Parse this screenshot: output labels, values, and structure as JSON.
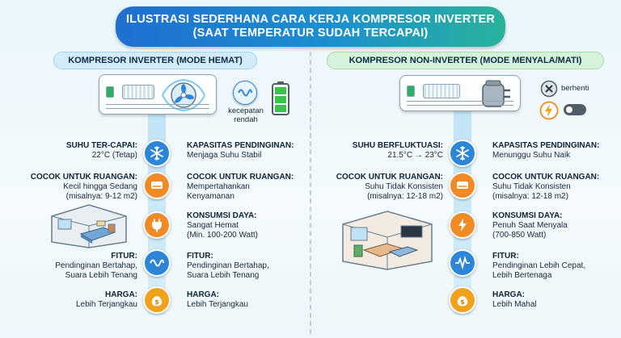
{
  "title": {
    "line1": "ILUSTRASI SEDERHANA CARA KERJA KOMPRESOR INVERTER",
    "line2": "(SAAT TEMPERATUR SUDAH TERCAPAI)"
  },
  "left": {
    "header": "KOMPRESOR INVERTER (MODE HEMAT)",
    "speed_label_1": "kecepatan",
    "speed_label_2": "rendah",
    "items_left": [
      {
        "heading": "SUHU TER-CAPAI:",
        "body": [
          "22°C (Tetap)"
        ]
      },
      {
        "heading": "COCOK UNTUK RUANGAN:",
        "body": [
          "Kecil hingga Sedang",
          "(misalnya: 9-12 m2)"
        ]
      },
      {
        "heading": "FITUR:",
        "body": [
          "Pendinginan Bertahap,",
          "Suara Lebih Tenang"
        ]
      },
      {
        "heading": "HARGA:",
        "body": [
          "Lebih Terjangkau"
        ]
      }
    ],
    "items_right": [
      {
        "heading": "KAPASITAS PENDINGINAN:",
        "body": [
          "Menjaga Suhu Stabil"
        ]
      },
      {
        "heading": "COCOK UNTUK RUANGAN:",
        "body": [
          "Mempertahankan",
          "Kenyamanan"
        ]
      },
      {
        "heading": "KONSUMSI DAYA:",
        "body": [
          "Sangat Hemat",
          "(Min. 100-200 Watt)"
        ]
      },
      {
        "heading": "FITUR:",
        "body": [
          "Pendinginan Bertahap,",
          "Suara Lebih Tenang"
        ]
      },
      {
        "heading": "HARGA:",
        "body": [
          "Lebih Terjangkau"
        ]
      }
    ]
  },
  "right": {
    "header": "KOMPRESOR NON-INVERTER (MODE MENYALA/MATI)",
    "stop_label": "berhenti",
    "items_left": [
      {
        "heading": "SUHU BERFLUKTUASI:",
        "body": [
          "21.5°C → 23°C"
        ]
      },
      {
        "heading": "COCOK UNTUK RUANGAN:",
        "body": [
          "Suhu Tidak Konsisten",
          "(misalnya: 12-18 m2)"
        ]
      }
    ],
    "items_right": [
      {
        "heading": "KAPASITAS PENDINGINAN:",
        "body": [
          "Menunggu Suhu Naik"
        ]
      },
      {
        "heading": "COCOK UNTUK RUANGAN:",
        "body": [
          "Suhu Tidak Konsisten",
          "(misalnya: 12-18 m2)"
        ]
      },
      {
        "heading": "KONSUMSI DAYA:",
        "body": [
          "Penuh Saat Menyala",
          "(700-850 Watt)"
        ]
      },
      {
        "heading": "FITUR:",
        "body": [
          "Pendinginan Lebih Cepat,",
          "Lebih Bertenaga"
        ]
      },
      {
        "heading": "HARGA:",
        "body": [
          "Lebih Mahal"
        ]
      }
    ]
  },
  "colors": {
    "blue": "#2d85d8",
    "orange": "#f08a24",
    "green": "#2fae6a",
    "gold": "#f0a21c",
    "battery": "#3cc24a"
  }
}
